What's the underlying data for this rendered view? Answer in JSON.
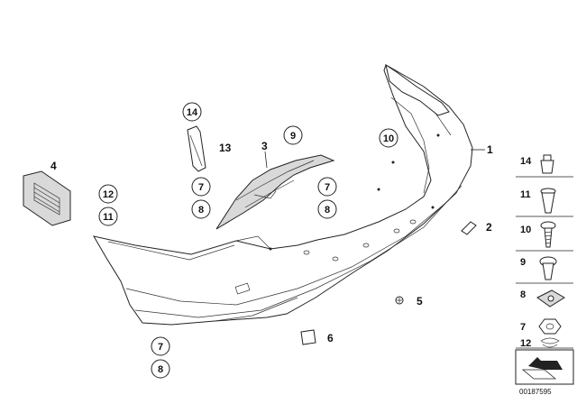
{
  "parts": {
    "p1": "1",
    "p2": "2",
    "p3": "3",
    "p4": "4",
    "p5": "5",
    "p6": "6",
    "p13": "13"
  },
  "callouts": {
    "c14": "14",
    "c9": "9",
    "c10": "10",
    "c12": "12",
    "c11": "11",
    "c7a": "7",
    "c8a": "8",
    "c7b": "7",
    "c8b": "8",
    "c7c": "7",
    "c8c": "8"
  },
  "sidebar": {
    "items": [
      {
        "label": "14"
      },
      {
        "label": "11"
      },
      {
        "label": "10"
      },
      {
        "label": "9"
      },
      {
        "label": "8"
      },
      {
        "label": "7"
      },
      {
        "label": "12"
      }
    ]
  },
  "diagram_code": "00187595"
}
